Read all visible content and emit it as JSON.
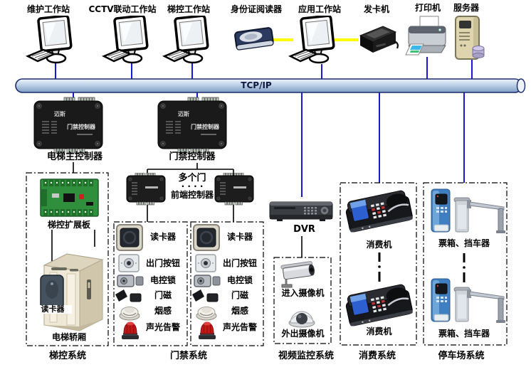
{
  "bus": {
    "label": "TCP/IP"
  },
  "top_row": {
    "maintenance_ws": "维护工作站",
    "cctv_ws": "CCTV联动工作站",
    "elevator_ws": "梯控工作站",
    "id_card_reader": "身份证阅读器",
    "application_ws": "应用工作站",
    "card_issuer": "发卡机",
    "printer": "打印机",
    "server": "服务器"
  },
  "controllers": {
    "elevator_main": "电梯主控制器",
    "door": "门禁控制器",
    "brand": "迈斯",
    "face_text": "门禁控制器",
    "multi_door": "多个门",
    "ellipsis_dots": "·  ·  ·  ·",
    "frontend": "前端控制器"
  },
  "elevator_zone": {
    "expansion_board": "梯控扩展板",
    "card_reader": "读卡器",
    "car": "电梯轿厢",
    "system": "梯控系统"
  },
  "door_zone": {
    "items": [
      "读卡器",
      "出门按钮",
      "电控锁",
      "门磁",
      "烟感",
      "声光告警"
    ],
    "system": "门禁系统"
  },
  "video_zone": {
    "dvr": "DVR",
    "entry_camera": "进入摄像机",
    "exit_camera": "外出摄像机",
    "system": "视频监控系统"
  },
  "consume_zone": {
    "pos1": "消费机",
    "pos2": "消费机",
    "system": "消费系统"
  },
  "parking_zone": {
    "unit1": "票箱、挡车器",
    "unit2": "票箱、挡车器",
    "system": "停车场系统"
  },
  "colors": {
    "connection_blue": "#1818d8",
    "connection_yellow": "#ffff00",
    "bus_border": "#1b2a70",
    "bus_fill": "#b9cfe6",
    "dashed_border": "#000000"
  }
}
